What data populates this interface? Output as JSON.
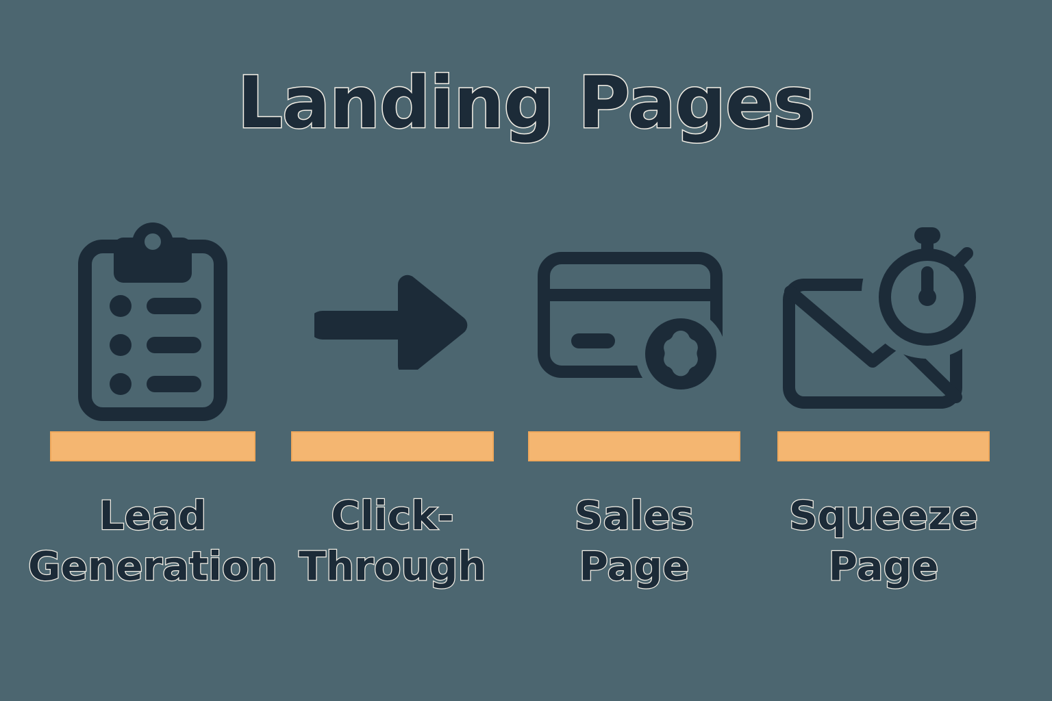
{
  "page": {
    "title": "Landing Pages",
    "background_color": "#4C6670",
    "ink_color": "#1C2B38",
    "accent_color": "#F4B671",
    "outline_color": "#F3EFE6"
  },
  "items": [
    {
      "icon": "clipboard-checklist-icon",
      "label": "Lead\nGeneration",
      "bar_color": "#F4B671"
    },
    {
      "icon": "arrow-right-icon",
      "label": "Click-\nThrough",
      "bar_color": "#F4B671"
    },
    {
      "icon": "credit-card-badge-icon",
      "label": "Sales\nPage",
      "bar_color": "#F4B671"
    },
    {
      "icon": "envelope-stopwatch-icon",
      "label": "Squeeze\nPage",
      "bar_color": "#F4B671"
    }
  ]
}
